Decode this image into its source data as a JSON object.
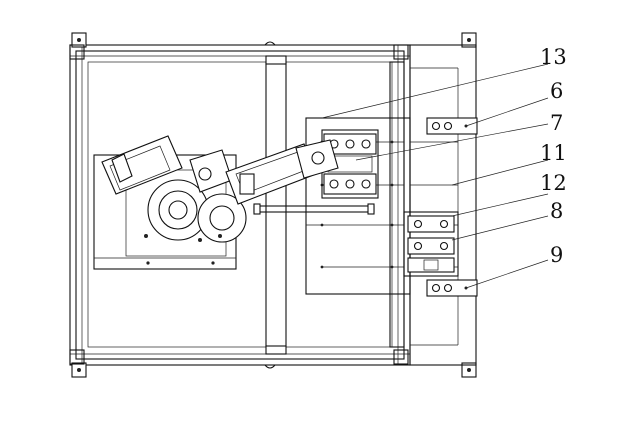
{
  "callouts": [
    {
      "id": "13",
      "label": "13"
    },
    {
      "id": "6",
      "label": "6"
    },
    {
      "id": "7",
      "label": "7"
    },
    {
      "id": "11",
      "label": "11"
    },
    {
      "id": "12",
      "label": "12"
    },
    {
      "id": "8",
      "label": "8"
    },
    {
      "id": "9",
      "label": "9"
    }
  ]
}
